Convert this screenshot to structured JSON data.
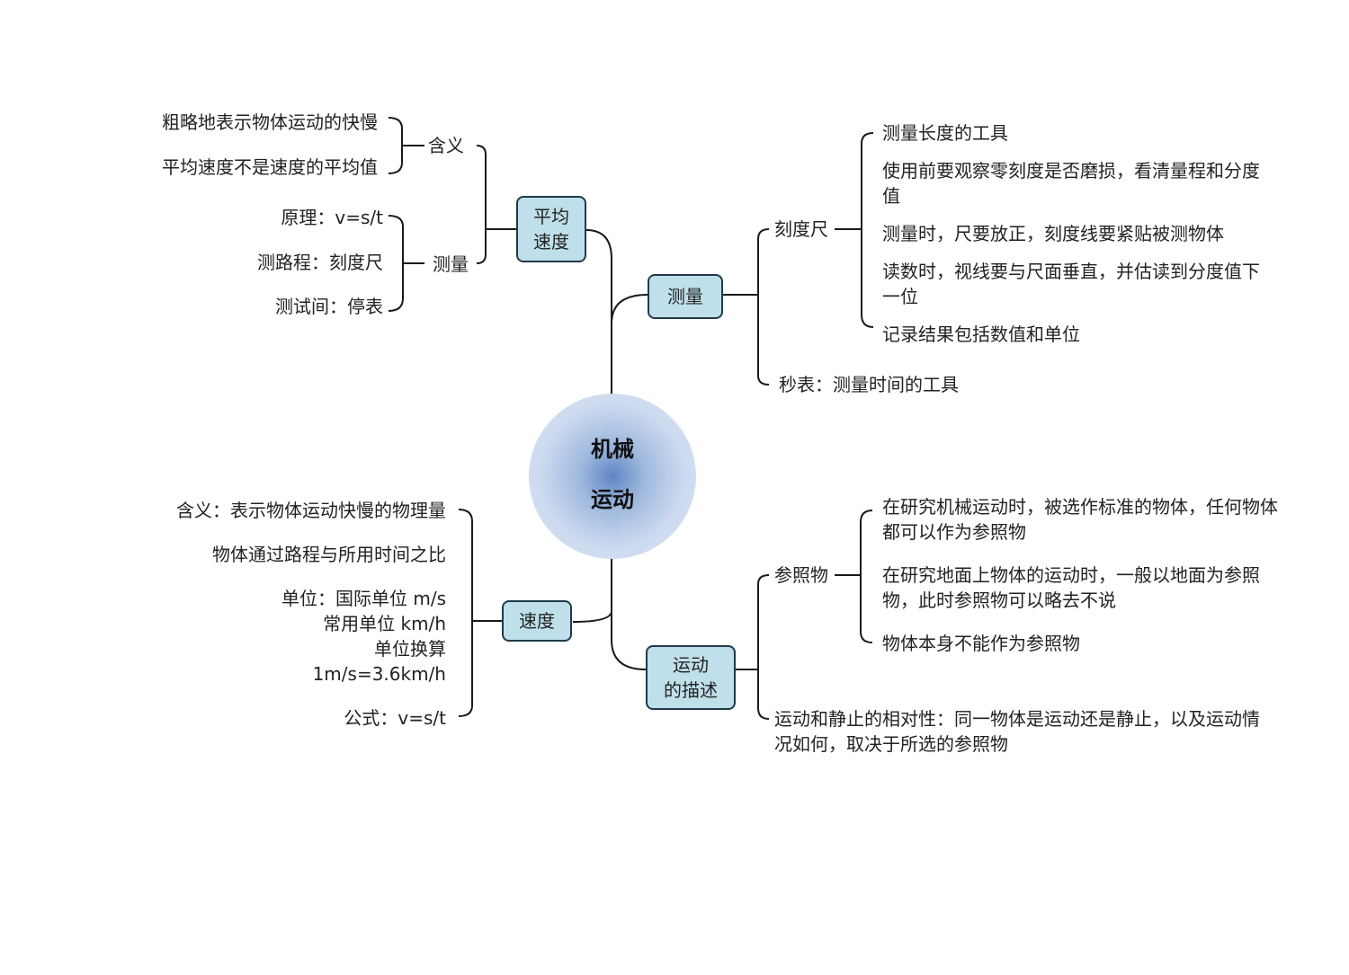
{
  "center": {
    "line1": "机械",
    "line2": "运动"
  },
  "avg_speed": {
    "box": {
      "line1": "平均",
      "line2": "速度"
    },
    "meaning": {
      "label": "含义",
      "items": [
        "粗略地表示物体运动的快慢",
        "平均速度不是速度的平均值"
      ]
    },
    "measure": {
      "label": "测量",
      "items": [
        "原理：v=s/t",
        "测路程：刻度尺",
        "测试间：停表"
      ]
    }
  },
  "measure": {
    "box": "测量",
    "ruler": {
      "label": "刻度尺",
      "items": [
        "测量长度的工具",
        "使用前要观察零刻度是否磨损，看清量程和分度值",
        "测量时，尺要放正，刻度线要紧贴被测物体",
        "读数时，视线要与尺面垂直，并估读到分度值下一位",
        "记录结果包括数值和单位"
      ]
    },
    "stopwatch": "秒表：测量时间的工具"
  },
  "speed": {
    "box": "速度",
    "items": {
      "meaning": "含义：表示物体运动快慢的物理量",
      "ratio": "物体通过路程与所用时间之比",
      "unit1": "单位：国际单位 m/s",
      "unit2": "常用单位 km/h",
      "unit3": "单位换算",
      "unit4": "1m/s=3.6km/h",
      "formula": "公式：v=s/t"
    }
  },
  "motion_desc": {
    "box": {
      "line1": "运动",
      "line2": "的描述"
    },
    "reference": {
      "label": "参照物",
      "items": [
        "在研究机械运动时，被选作标准的物体，任何物体都可以作为参照物",
        "在研究地面上物体的运动时，一般以地面为参照物，此时参照物可以略去不说",
        "物体本身不能作为参照物"
      ]
    },
    "relativity": "运动和静止的相对性：同一物体是运动还是静止，以及运动情况如何，取决于所选的参照物"
  }
}
